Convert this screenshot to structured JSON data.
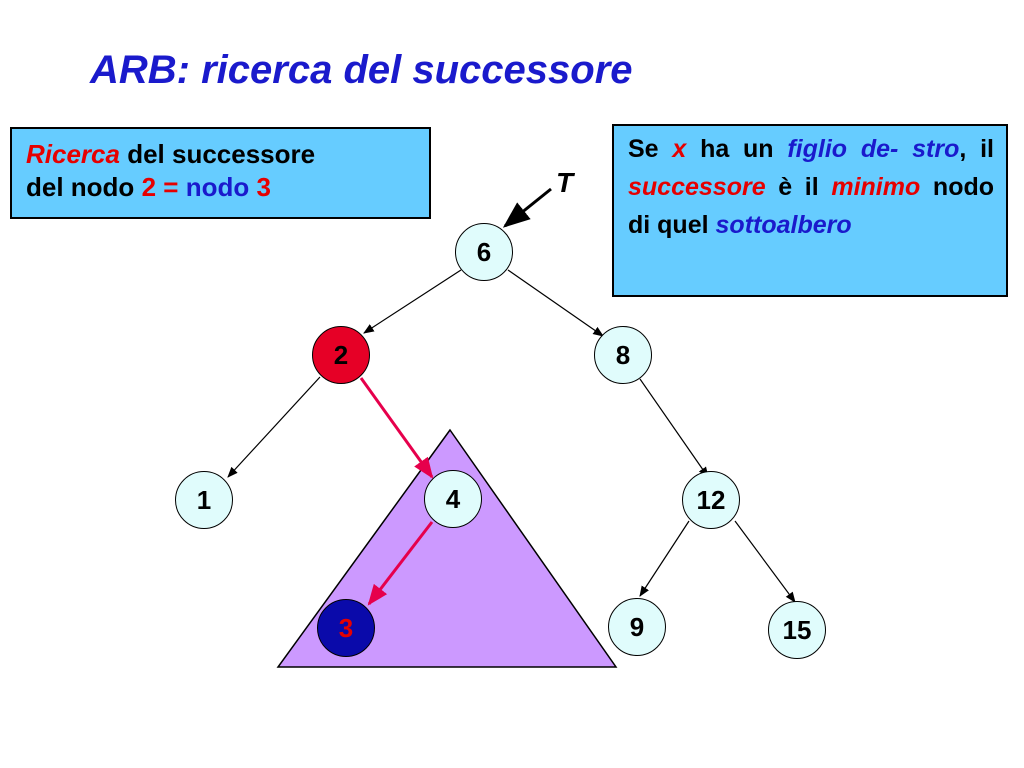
{
  "title": "ARB: ricerca del successore",
  "task": {
    "word_ricerca": "Ricerca",
    "text_1": "del successore",
    "text_2": "del nodo",
    "node_a": "2",
    "eq": "=",
    "text_3": "nodo",
    "node_b": "3"
  },
  "rule": {
    "w1": "Se",
    "w2": "x",
    "w3": "ha un",
    "w4": "figlio de-",
    "w5": "stro",
    "w6": ", il",
    "w7": "successore",
    "w8": "è il",
    "w9": "minimo",
    "w10": "nodo di quel",
    "w11": "sottoalbero"
  },
  "tree": {
    "root_label": "T",
    "nodes": {
      "n6": "6",
      "n2": "2",
      "n8": "8",
      "n1": "1",
      "n4": "4",
      "n12": "12",
      "n3": "3",
      "n9": "9",
      "n15": "15"
    }
  },
  "colors": {
    "title": "#1a1acc",
    "box_fill": "#66ccff",
    "node_fill": "#e0fcfc",
    "selected_node": "#e60026",
    "found_node": "#0a0aaa",
    "subtree": "#cc99ff",
    "search_path": "#e6004c"
  }
}
